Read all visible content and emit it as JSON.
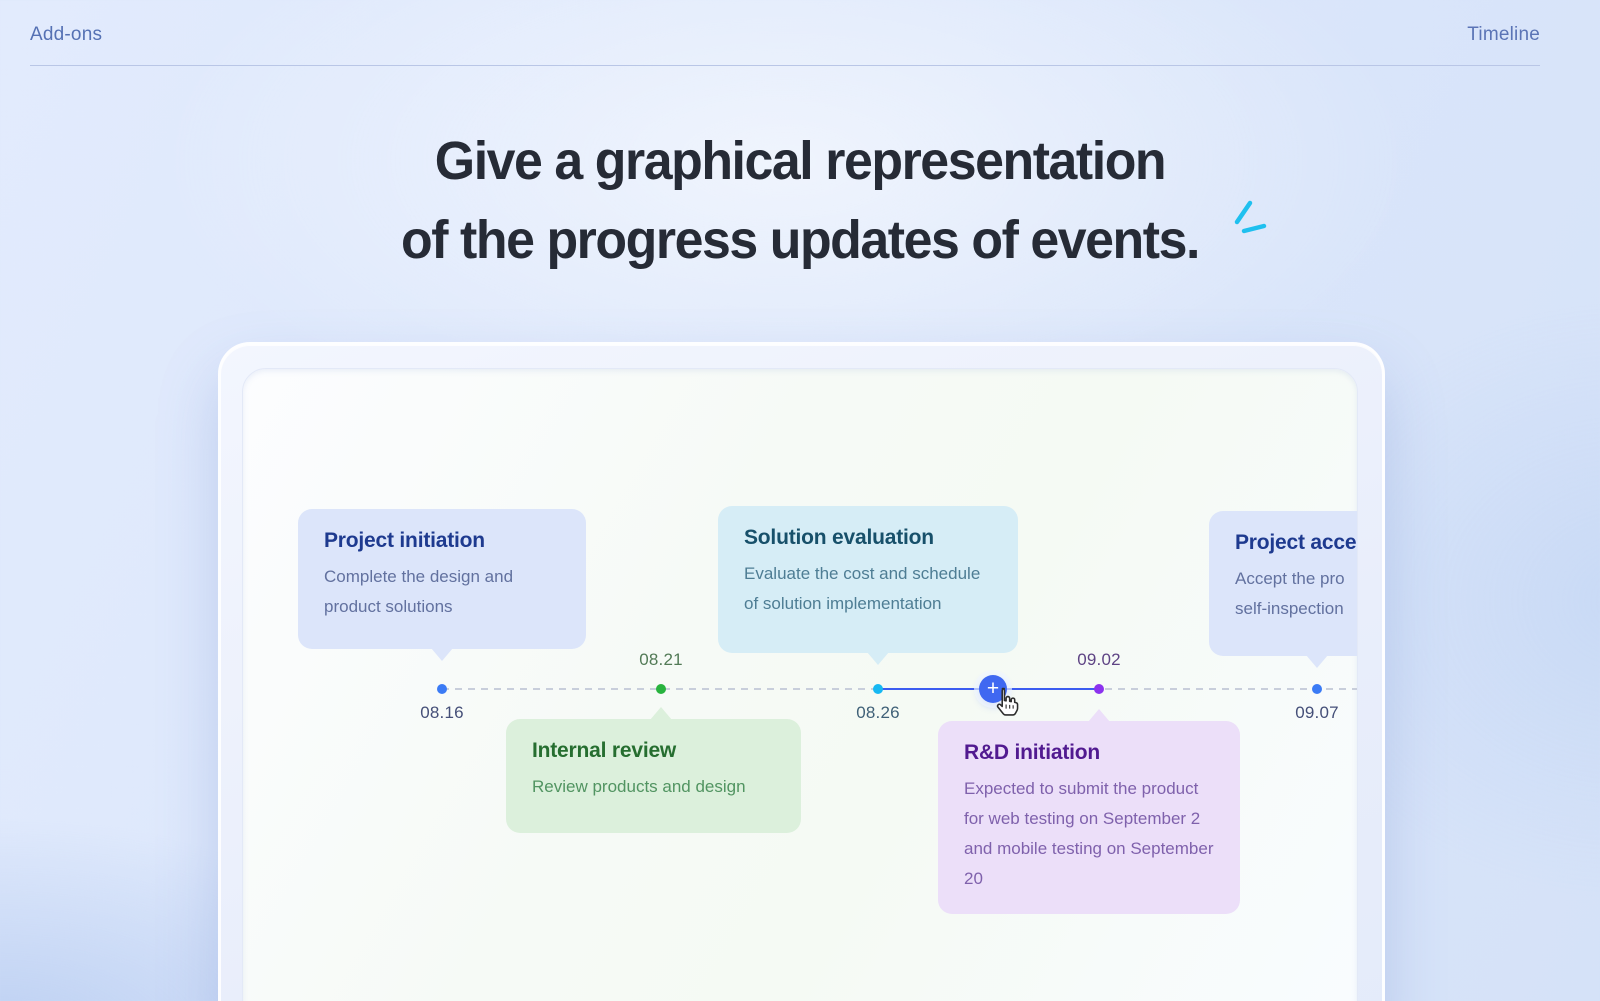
{
  "nav": {
    "addons_label": "Add-ons",
    "timeline_label": "Timeline"
  },
  "heading": {
    "line1": "Give a graphical representation",
    "line2": "of the progress updates of events."
  },
  "accent_color": "#1fc0ef",
  "timeline": {
    "line_colors": {
      "dashed": "#c8cedb",
      "active": "#3c5cf0"
    },
    "add_button": {
      "label": "+",
      "color": "#3f68f1"
    },
    "events": [
      {
        "title": "Project initiation",
        "description": "Complete the design and product solutions",
        "date": "08.16",
        "card_position": "above",
        "colors": {
          "bg": "#dce5fa",
          "title": "#1e3a8f",
          "body": "#62719f",
          "dot": "#3b7bf5",
          "date": "#454f78"
        }
      },
      {
        "title": "Internal review",
        "description": "Review products and design",
        "date": "08.21",
        "card_position": "below",
        "colors": {
          "bg": "#dcf0dc",
          "title": "#266e30",
          "body": "#519461",
          "dot": "#28b33e",
          "date": "#527a56"
        }
      },
      {
        "title": "Solution evaluation",
        "description": "Evaluate the cost and schedule of solution implementation",
        "date": "08.26",
        "card_position": "above",
        "colors": {
          "bg": "#d6edf6",
          "title": "#17506a",
          "body": "#4e7d94",
          "dot": "#16b8f2",
          "date": "#3f6077"
        }
      },
      {
        "title": "R&D initiation",
        "description": "Expected to submit the product for web testing on September 2 and mobile testing on September 20",
        "date": "09.02",
        "card_position": "below",
        "colors": {
          "bg": "#ecdff9",
          "title": "#511a90",
          "body": "#7f61ac",
          "dot": "#8c32ee",
          "date": "#5e4384"
        }
      },
      {
        "title": "Project acce",
        "description_line1": "Accept the pro",
        "description_line2": "self-inspection",
        "date": "09.07",
        "card_position": "above",
        "colors": {
          "bg": "#dce5fa",
          "title": "#1e3a8f",
          "body": "#62719f",
          "dot": "#3b7bf5",
          "date": "#454f78"
        }
      }
    ]
  }
}
